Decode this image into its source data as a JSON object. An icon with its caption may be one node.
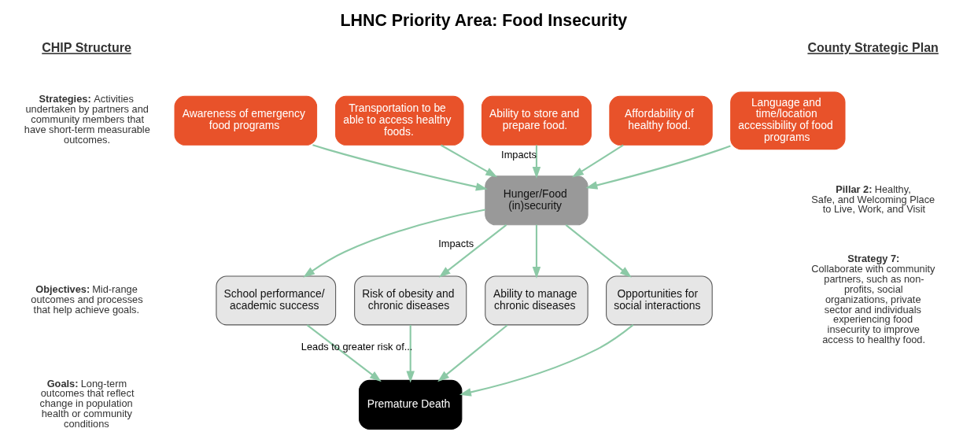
{
  "diagram": {
    "title": "LHNC Priority Area: Food Insecurity",
    "nodes": [
      {
        "text": [
          "Awareness of emergency food programs"
        ]
      },
      {
        "text": [
          "Transportation to be able to access healthy foods."
        ]
      },
      {
        "text": [
          "Ability to store and prepare food."
        ]
      },
      {
        "text": [
          "Affordability of healthy food."
        ]
      },
      {
        "text": [
          "Language and time/location accessibility of food programs"
        ]
      },
      {
        "text": [
          "Hunger/Food (in)security"
        ]
      },
      {
        "text": [
          "School performance/ academic success"
        ]
      },
      {
        "text": [
          "Risk of obesity and chronic diseases"
        ]
      },
      {
        "text": [
          "Ability to manage chronic diseases"
        ]
      },
      {
        "text": [
          "Opportunities for social interactions"
        ]
      },
      {
        "text": [
          "Premature Death"
        ]
      }
    ],
    "edges": [
      {
        "from": 0,
        "to": 5,
        "arrow": "to"
      },
      {
        "from": 1,
        "to": 5,
        "arrow": "to"
      },
      {
        "from": 2,
        "to": 5,
        "arrow": "to",
        "label": "Impacts"
      },
      {
        "from": 3,
        "to": 5,
        "arrow": "to"
      },
      {
        "from": 4,
        "to": 5,
        "arrow": "to"
      },
      {
        "from": 5,
        "to": 6,
        "arrow": "to"
      },
      {
        "from": 5,
        "to": 7,
        "arrow": "to",
        "label": "Impacts"
      },
      {
        "from": 5,
        "to": 8,
        "arrow": "to"
      },
      {
        "from": 5,
        "to": 9,
        "arrow": "to"
      },
      {
        "from": 6,
        "to": 10,
        "arrow": "to"
      },
      {
        "from": 7,
        "to": 10,
        "arrow": "to",
        "label": "Leads to greater risk of..."
      },
      {
        "from": 8,
        "to": 10,
        "arrow": "to"
      },
      {
        "from": 9,
        "to": 10,
        "arrow": "to"
      }
    ],
    "labels": [
      "CHIP Structure",
      "County Strategic Plan",
      "**Strategies:** Activities undertaken by partners and community members that have short-term measurable outcomes.",
      "**Pillar 2:** Healthy, Safe, and Welcoming Place to Live, Work, and Visit",
      "**Strategy 7:** Collaborate with community partners, such as non-profits, social organizations, private sector and individuals experiencing food insecurity to improve access to healthy food.",
      "**Objectives:** Mid-range outcomes and processes that help achieve goals.",
      "**Goals:** Long-term outcomes that reflect change in population health or community conditions"
    ]
  }
}
